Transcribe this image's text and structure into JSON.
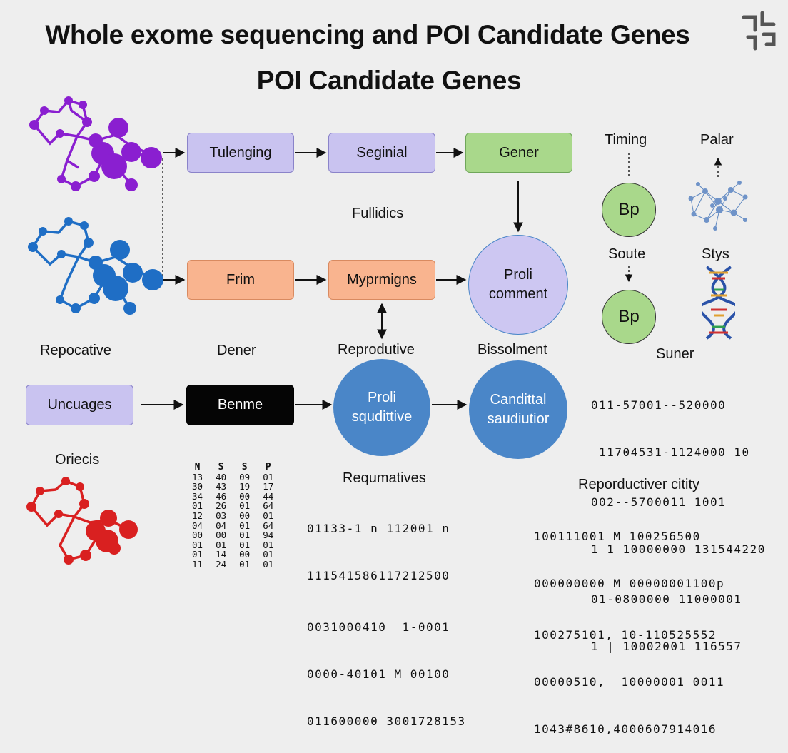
{
  "title": "Whole exome sequencing and POI Candidate Genes",
  "subtitle": "POI Candidate Genes",
  "row1": {
    "box1": "Tulenging",
    "box2": "Seginial",
    "box3": "Gener"
  },
  "middle_label": "Fullidics",
  "row2": {
    "box1": "Frim",
    "box2": "Myprmigns",
    "circle_line1": "Proli",
    "circle_line2": "comment"
  },
  "row3_labels": {
    "l1": "Repocative",
    "l2": "Dener",
    "l3": "Reprodutive",
    "l4": "Bissolment"
  },
  "row3": {
    "box1": "Uncuages",
    "box2": "Benme",
    "circle1_line1": "Proli",
    "circle1_line2": "squdittive",
    "circle2_line1": "Canditt‌al",
    "circle2_line2": "saudiutior"
  },
  "left_bottom_label": "Oriecis",
  "right_panel": {
    "timing": "Timing",
    "palar": "Palar",
    "bp1": "Bp",
    "soute": "Soute",
    "stys": "Stys",
    "bp2": "Bp",
    "suner": "Suner"
  },
  "suner_numbers": [
    "011-57001--520000",
    " 11704531-1124000 10",
    "002--5700011 1001",
    "1 1 10000000 131544220",
    "01-0800000 11000001",
    "1 | 10002001 116557"
  ],
  "table": {
    "headers": [
      "N",
      "S",
      "S",
      "P"
    ],
    "rows": [
      [
        "13",
        "40",
        "09",
        "01"
      ],
      [
        "30",
        "43",
        "19",
        "17"
      ],
      [
        "34",
        "46",
        "00",
        "44"
      ],
      [
        "01",
        "26",
        "01",
        "64"
      ],
      [
        "12",
        "03",
        "00",
        "01"
      ],
      [
        "04",
        "04",
        "01",
        "64"
      ],
      [
        "00",
        "00",
        "01",
        "94"
      ],
      [
        "01",
        "01",
        "01",
        "01"
      ],
      [
        "01",
        "14",
        "00",
        "01"
      ],
      [
        "11",
        "24",
        "01",
        "01"
      ]
    ]
  },
  "requmatives": {
    "label": "Requmatives",
    "lines": [
      "01133-1 n 112001 n",
      "111541586117212500",
      "0031000410  1-0001",
      "0000-40101 M 00100",
      "011600000 3001728153"
    ]
  },
  "reproductive_city": {
    "label": "Reporductiver citity",
    "lines": [
      "100111001 M 100256500",
      "000000000 M 00000001100p",
      "100275101, 10-110525552",
      "00000510,  10000001 0011",
      "1043#8610,4000607914016"
    ]
  },
  "colors": {
    "purple_box": "#c9c3f0",
    "green_box": "#a9d88b",
    "orange_box": "#f9b48f",
    "blue_circle": "#4a86c8",
    "lavender_circle": "#cdc7f2",
    "green_circle": "#a9d88b",
    "molecule_purple": "#8a1fd0",
    "molecule_blue": "#1f6ec5",
    "molecule_red": "#d92020"
  },
  "icons": [
    "logo-icon",
    "molecule-purple-icon",
    "molecule-blue-icon",
    "molecule-red-icon",
    "network-icon",
    "dna-icon"
  ]
}
